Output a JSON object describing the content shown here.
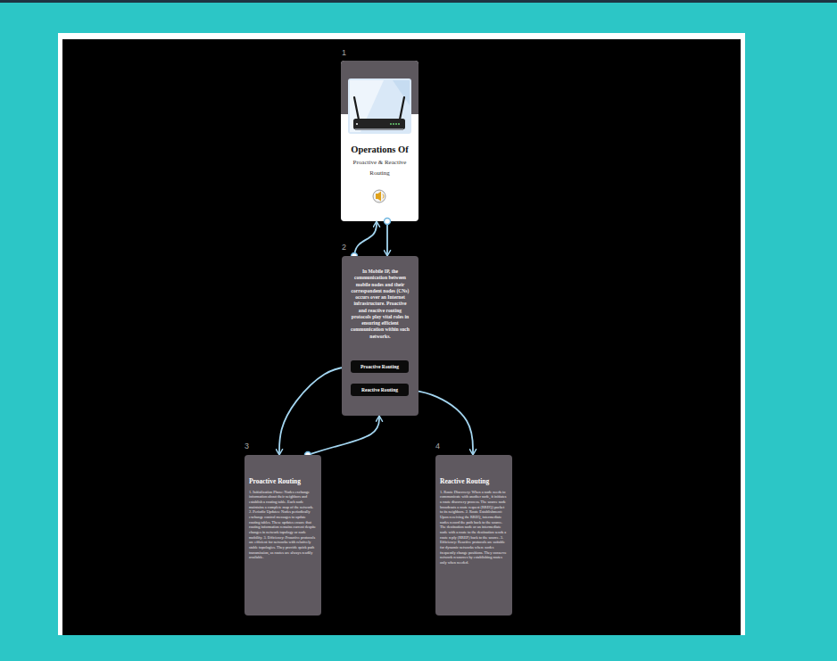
{
  "diagram": {
    "nodes": [
      {
        "text": [
          "Operations Of",
          "Proactive & Reactive Routing"
        ]
      },
      {
        "text": [
          "In Mobile IP, the communication between mobile nodes and their correspondent nodes (CNs) occurs over an Internet infrastructure. Proactive and reactive routing protocols play vital roles in ensuring efficient communication within such networks."
        ]
      },
      {
        "text": [
          "Proactive Routing"
        ],
        "in": 1
      },
      {
        "text": [
          "Reactive Routing"
        ],
        "in": 1
      },
      {
        "text": [
          "Proactive Routing",
          "1. Initialization Phase: Nodes exchange information about their neighbors and establish a routing table. Each node maintains a complete map of the network. 2. Periodic Updates: Nodes periodically exchange control messages to update routing tables. These updates ensure that routing information remains current despite changes in network topology or node mobility. 3. Efficiency: Proactive protocols are efficient for networks with relatively stable topologies. They provide quick path transmission, as routes are always readily available."
        ]
      },
      {
        "text": [
          "Reactive Routing",
          "1. Route Discovery: When a node needs to communicate with another node, it initiates a route discovery process. The source node broadcasts a route request (RREQ) packet to its neighbors. 2. Route Establishment: Upon receiving the RREQ, intermediate nodes record the path back to the source. The destination node or an intermediate node with a route to the destination sends a route reply (RREP) back to the source. 3. Efficiency: Reactive protocols are suitable for dynamic networks where nodes frequently change positions. They conserve network resources by establishing routes only when needed."
        ]
      }
    ],
    "edges": [
      {
        "from": 0,
        "to": 1,
        "arrow": "to"
      },
      {
        "from": 1,
        "to": 0,
        "arrow": "to"
      },
      {
        "from": 2,
        "to": 4,
        "arrow": "to"
      },
      {
        "from": 4,
        "to": 1,
        "arrow": "to"
      },
      {
        "from": 3,
        "to": 5,
        "arrow": "to"
      }
    ],
    "labels": [
      "1",
      "2",
      "3",
      "4"
    ]
  }
}
